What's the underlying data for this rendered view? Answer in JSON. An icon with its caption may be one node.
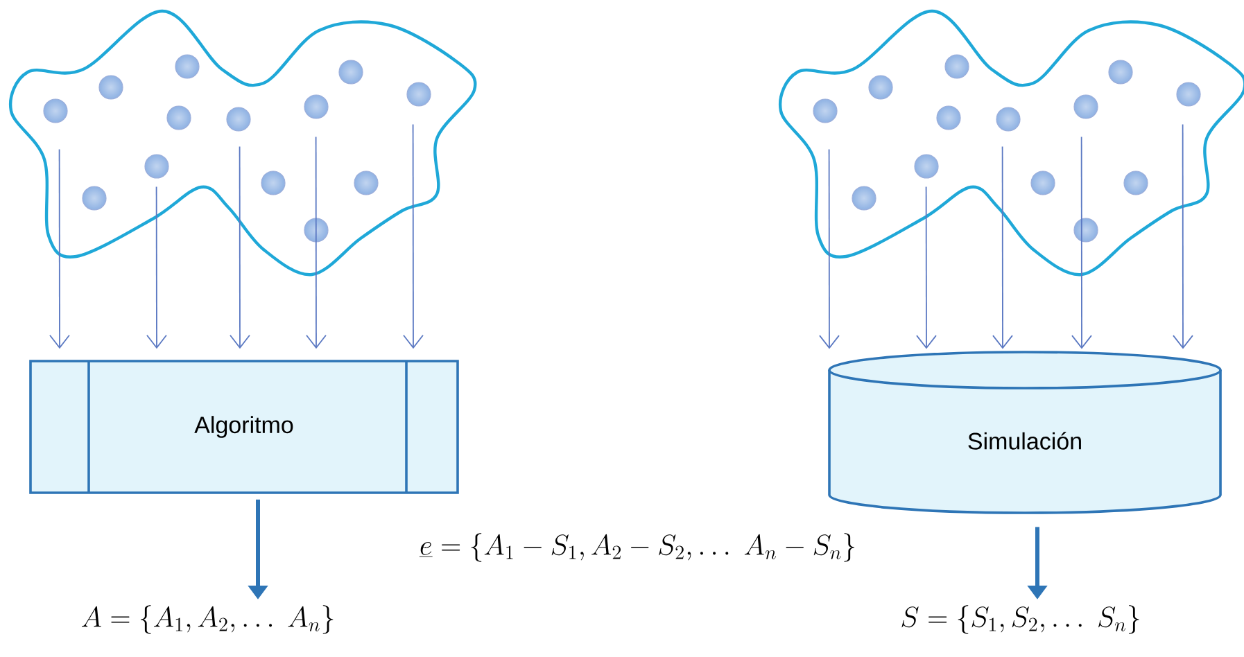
{
  "diagram": {
    "nodes": [
      {
        "text": [],
        "shape": "cloud"
      },
      {
        "text": [],
        "shape": "cloud"
      },
      {
        "text": [
          "Algoritmo"
        ]
      },
      {
        "text": [
          "Simulación"
        ]
      },
      {
        "text": [
          "A = \\{A_1, A_2, \\ldots\\ A_n\\}"
        ]
      },
      {
        "text": [
          "S = \\{S_1, S_2, \\ldots\\ S_n\\}"
        ]
      }
    ],
    "edges": [
      {
        "from": 0,
        "to": 2,
        "arrow": "to"
      },
      {
        "from": 0,
        "to": 2,
        "arrow": "to"
      },
      {
        "from": 0,
        "to": 2,
        "arrow": "to"
      },
      {
        "from": 0,
        "to": 2,
        "arrow": "to"
      },
      {
        "from": 0,
        "to": 2,
        "arrow": "to"
      },
      {
        "from": 1,
        "to": 3,
        "arrow": "to"
      },
      {
        "from": 1,
        "to": 3,
        "arrow": "to"
      },
      {
        "from": 1,
        "to": 3,
        "arrow": "to"
      },
      {
        "from": 1,
        "to": 3,
        "arrow": "to"
      },
      {
        "from": 1,
        "to": 3,
        "arrow": "to"
      },
      {
        "from": 2,
        "to": 4,
        "arrow": "to",
        "style": "thick",
        "color": "#2e75b6"
      },
      {
        "from": 3,
        "to": 5,
        "arrow": "to",
        "style": "thick",
        "color": "#2e75b6"
      }
    ],
    "labels": [
      "\\underline{e} = \\{A_1 - S_1, A_2 - S_2, \\ldots\\ A_n - S_n\\}"
    ]
  }
}
